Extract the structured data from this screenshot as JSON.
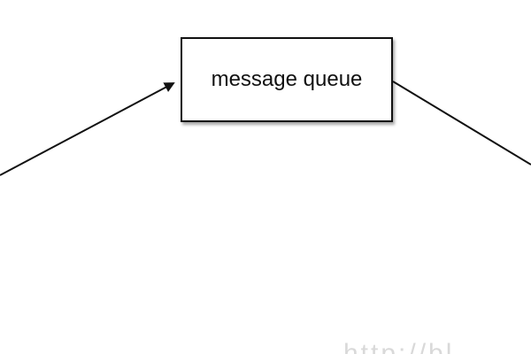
{
  "diagram": {
    "nodes": [
      {
        "id": "mq",
        "label": "message queue"
      }
    ],
    "edges": [
      {
        "from": "left-offscreen",
        "to": "mq",
        "arrow": true
      },
      {
        "from": "mq",
        "to": "right-offscreen",
        "arrow": false
      }
    ],
    "colors": {
      "stroke": "#111111",
      "background": "#ffffff",
      "watermark": "#d9d9d9"
    }
  },
  "watermark": {
    "text": "http://bl"
  }
}
